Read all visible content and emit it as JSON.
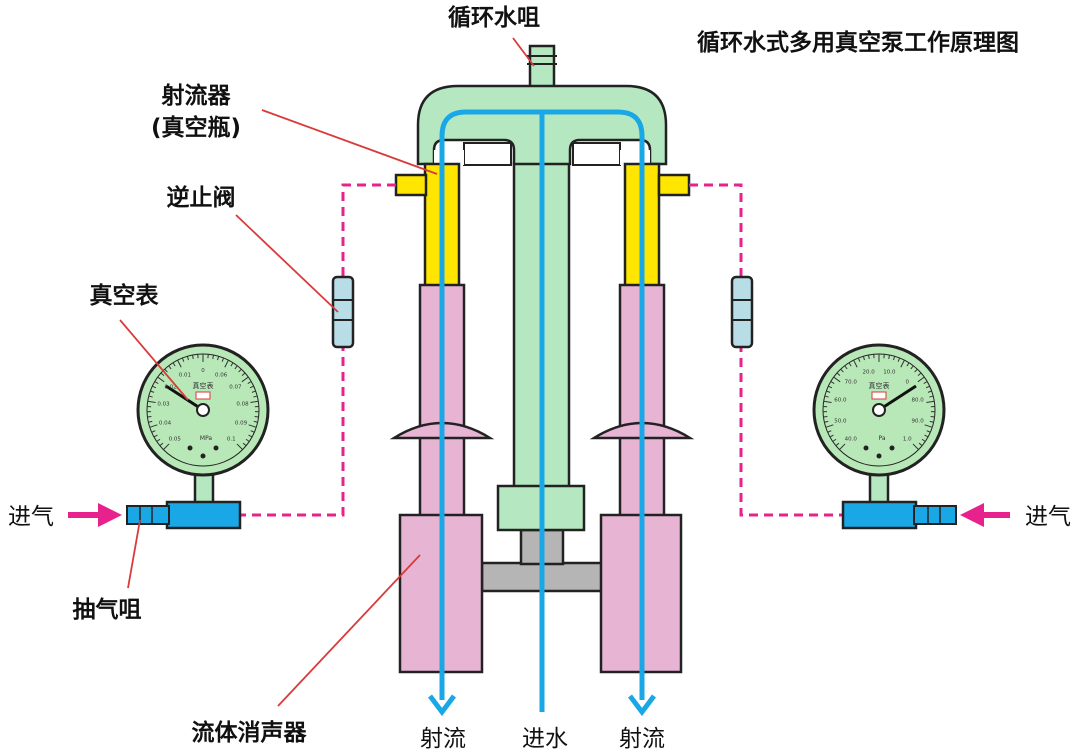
{
  "title": "循环水式多用真空泵工作原理图",
  "labels": {
    "water_nozzle": "循环水咀",
    "ejector_line1": "射流器",
    "ejector_line2": "(真空瓶)",
    "check_valve": "逆止阀",
    "vacuum_gauge": "真空表",
    "inlet_left": "进气",
    "inlet_right": "进气",
    "suction_nozzle": "抽气咀",
    "muffler": "流体消声器",
    "jet_left": "射流",
    "water_in": "进水",
    "jet_right": "射流"
  },
  "gauge_left": {
    "face_title": "真空表",
    "unit": "MPa",
    "ticks": [
      "0.05",
      "0.04",
      "0.03",
      "0.02",
      "0.01",
      "0",
      "0.06",
      "0.07",
      "0.08",
      "0.09",
      "0.1"
    ]
  },
  "gauge_right": {
    "face_title": "真空表",
    "unit": "Pa",
    "ticks": [
      "40.0",
      "50.0",
      "60.0",
      "70.0",
      "20.0",
      "10.0",
      "0",
      "80.0",
      "90.0",
      "1.0"
    ]
  },
  "colors": {
    "pipe_green": "#b5e8c0",
    "ejector_yellow": "#ffe600",
    "muffler_pink": "#e8b4d4",
    "water_blue": "#1aa7e6",
    "connector_blue": "#1aa7e6",
    "check_valve": "#b8dde6",
    "gauge_face": "#b8e8b8",
    "gas_line": "#e8228c",
    "leader_line": "#d93a3a",
    "base_grey": "#b5b5b5"
  }
}
